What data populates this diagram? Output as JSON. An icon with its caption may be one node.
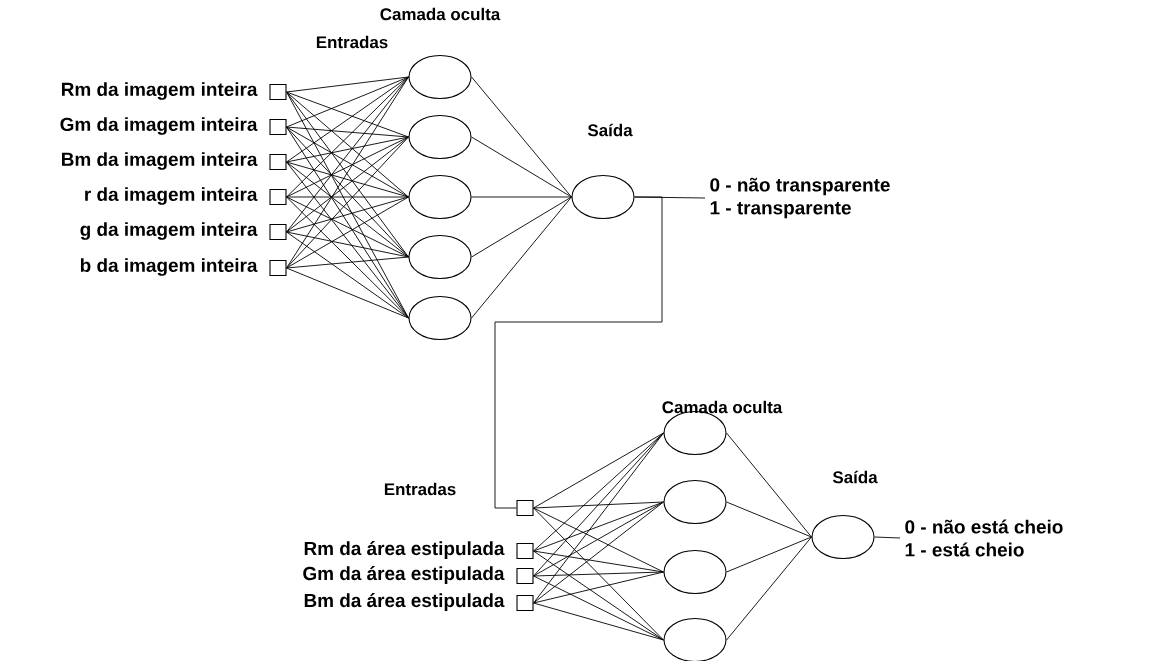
{
  "diagram": {
    "nodes": [
      {
        "text": [],
        "shape": "box",
        "beside": [
          "Rm da imagem inteira"
        ]
      },
      {
        "text": [],
        "shape": "box",
        "beside": [
          "Gm da imagem inteira"
        ]
      },
      {
        "text": [],
        "shape": "box",
        "beside": [
          "Bm da imagem inteira"
        ]
      },
      {
        "text": [],
        "shape": "box",
        "beside": [
          "r da imagem inteira"
        ]
      },
      {
        "text": [],
        "shape": "box",
        "beside": [
          "g da imagem inteira"
        ]
      },
      {
        "text": [],
        "shape": "box",
        "beside": [
          "b da imagem inteira"
        ]
      },
      {
        "text": [],
        "shape": "circle"
      },
      {
        "text": [],
        "shape": "circle"
      },
      {
        "text": [],
        "shape": "circle"
      },
      {
        "text": [],
        "shape": "circle"
      },
      {
        "text": [],
        "shape": "circle"
      },
      {
        "text": [],
        "shape": "circle"
      },
      {
        "text": [
          "0 - não transparente",
          "1 - transparente"
        ]
      },
      {
        "text": [],
        "shape": "box"
      },
      {
        "text": [],
        "shape": "box",
        "beside": [
          "Rm da área estipulada"
        ]
      },
      {
        "text": [],
        "shape": "box",
        "beside": [
          "Gm da área estipulada"
        ]
      },
      {
        "text": [],
        "shape": "box",
        "beside": [
          "Bm da área estipulada"
        ]
      },
      {
        "text": [],
        "shape": "circle"
      },
      {
        "text": [],
        "shape": "circle"
      },
      {
        "text": [],
        "shape": "circle"
      },
      {
        "text": [],
        "shape": "circle"
      },
      {
        "text": [],
        "shape": "circle"
      },
      {
        "text": [
          "0 - não está cheio",
          "1 - está cheio"
        ]
      }
    ],
    "edges": [
      {
        "from": 0,
        "to": 6,
        "arrow": "none"
      },
      {
        "from": 0,
        "to": 7,
        "arrow": "none"
      },
      {
        "from": 0,
        "to": 8,
        "arrow": "none"
      },
      {
        "from": 0,
        "to": 9,
        "arrow": "none"
      },
      {
        "from": 0,
        "to": 10,
        "arrow": "none"
      },
      {
        "from": 1,
        "to": 6,
        "arrow": "none"
      },
      {
        "from": 1,
        "to": 7,
        "arrow": "none"
      },
      {
        "from": 1,
        "to": 8,
        "arrow": "none"
      },
      {
        "from": 1,
        "to": 9,
        "arrow": "none"
      },
      {
        "from": 1,
        "to": 10,
        "arrow": "none"
      },
      {
        "from": 2,
        "to": 6,
        "arrow": "none"
      },
      {
        "from": 2,
        "to": 7,
        "arrow": "none"
      },
      {
        "from": 2,
        "to": 8,
        "arrow": "none"
      },
      {
        "from": 2,
        "to": 9,
        "arrow": "none"
      },
      {
        "from": 2,
        "to": 10,
        "arrow": "none"
      },
      {
        "from": 3,
        "to": 6,
        "arrow": "none"
      },
      {
        "from": 3,
        "to": 7,
        "arrow": "none"
      },
      {
        "from": 3,
        "to": 8,
        "arrow": "none"
      },
      {
        "from": 3,
        "to": 9,
        "arrow": "none"
      },
      {
        "from": 3,
        "to": 10,
        "arrow": "none"
      },
      {
        "from": 4,
        "to": 6,
        "arrow": "none"
      },
      {
        "from": 4,
        "to": 7,
        "arrow": "none"
      },
      {
        "from": 4,
        "to": 8,
        "arrow": "none"
      },
      {
        "from": 4,
        "to": 9,
        "arrow": "none"
      },
      {
        "from": 4,
        "to": 10,
        "arrow": "none"
      },
      {
        "from": 5,
        "to": 6,
        "arrow": "none"
      },
      {
        "from": 5,
        "to": 7,
        "arrow": "none"
      },
      {
        "from": 5,
        "to": 8,
        "arrow": "none"
      },
      {
        "from": 5,
        "to": 9,
        "arrow": "none"
      },
      {
        "from": 5,
        "to": 10,
        "arrow": "none"
      },
      {
        "from": 6,
        "to": 11,
        "arrow": "none"
      },
      {
        "from": 7,
        "to": 11,
        "arrow": "none"
      },
      {
        "from": 8,
        "to": 11,
        "arrow": "none"
      },
      {
        "from": 9,
        "to": 11,
        "arrow": "none"
      },
      {
        "from": 10,
        "to": 11,
        "arrow": "none"
      },
      {
        "from": 11,
        "to": 12,
        "arrow": "none"
      },
      {
        "from": 11,
        "to": 13,
        "arrow": "none"
      },
      {
        "from": 13,
        "to": 17,
        "arrow": "none"
      },
      {
        "from": 13,
        "to": 18,
        "arrow": "none"
      },
      {
        "from": 13,
        "to": 19,
        "arrow": "none"
      },
      {
        "from": 13,
        "to": 20,
        "arrow": "none"
      },
      {
        "from": 14,
        "to": 17,
        "arrow": "none"
      },
      {
        "from": 14,
        "to": 18,
        "arrow": "none"
      },
      {
        "from": 14,
        "to": 19,
        "arrow": "none"
      },
      {
        "from": 14,
        "to": 20,
        "arrow": "none"
      },
      {
        "from": 15,
        "to": 17,
        "arrow": "none"
      },
      {
        "from": 15,
        "to": 18,
        "arrow": "none"
      },
      {
        "from": 15,
        "to": 19,
        "arrow": "none"
      },
      {
        "from": 15,
        "to": 20,
        "arrow": "none"
      },
      {
        "from": 16,
        "to": 17,
        "arrow": "none"
      },
      {
        "from": 16,
        "to": 18,
        "arrow": "none"
      },
      {
        "from": 16,
        "to": 19,
        "arrow": "none"
      },
      {
        "from": 16,
        "to": 20,
        "arrow": "none"
      },
      {
        "from": 17,
        "to": 21,
        "arrow": "none"
      },
      {
        "from": 18,
        "to": 21,
        "arrow": "none"
      },
      {
        "from": 19,
        "to": 21,
        "arrow": "none"
      },
      {
        "from": 20,
        "to": 21,
        "arrow": "none"
      },
      {
        "from": 21,
        "to": 22,
        "arrow": "none"
      }
    ],
    "labels": [
      "Camada oculta",
      "Entradas",
      "Saída",
      "Camada oculta",
      "Entradas",
      "Saída"
    ]
  }
}
